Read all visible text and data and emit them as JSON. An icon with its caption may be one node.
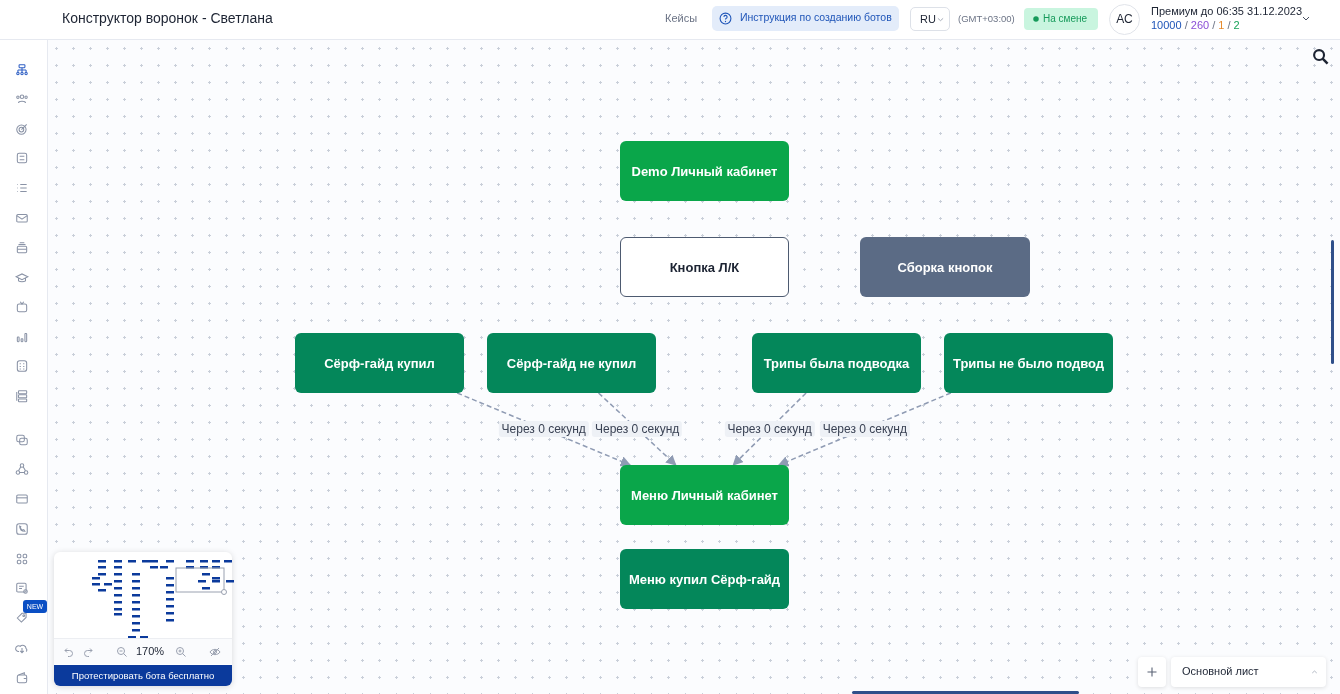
{
  "diagram": {
    "title": "Конструктор воронок - Светлана",
    "nodes": [
      {
        "text": [
          "Demo Личный кабинет"
        ]
      },
      {
        "text": [
          "Кнопка Л/К"
        ]
      },
      {
        "text": [
          "Сборка кнопок"
        ]
      },
      {
        "text": [
          "Сёрф-гайд купил"
        ]
      },
      {
        "text": [
          "Сёрф-гайд не купил"
        ]
      },
      {
        "text": [
          "Трипы была подводка"
        ]
      },
      {
        "text": [
          "Трипы не было подвод"
        ]
      },
      {
        "text": [
          "Меню Личный кабинет"
        ]
      },
      {
        "text": [
          "Меню купил Сёрф-гайд"
        ]
      }
    ],
    "edges": [
      {
        "from": 3,
        "to": 7,
        "arrow": "to",
        "label": "Через 0 секунд",
        "style": "dashed"
      },
      {
        "from": 4,
        "to": 7,
        "arrow": "to",
        "label": "Через 0 секунд",
        "style": "dashed"
      },
      {
        "from": 5,
        "to": 7,
        "arrow": "to",
        "label": "Через 0 секунд",
        "style": "dashed"
      },
      {
        "from": 6,
        "to": 7,
        "arrow": "to",
        "label": "Через 0 секунд",
        "style": "dashed"
      }
    ],
    "labels": [
      "Кейсы",
      "Инструкция по созданию ботов",
      "RU",
      "(GMT+03:00)",
      "На смене",
      "АС",
      "Премиум до 06:35 31.12.2023",
      "10000 / 260 / 1 / 2",
      "NEW",
      "170%",
      "Протестировать бота бесплатно",
      "Основной лист"
    ]
  }
}
